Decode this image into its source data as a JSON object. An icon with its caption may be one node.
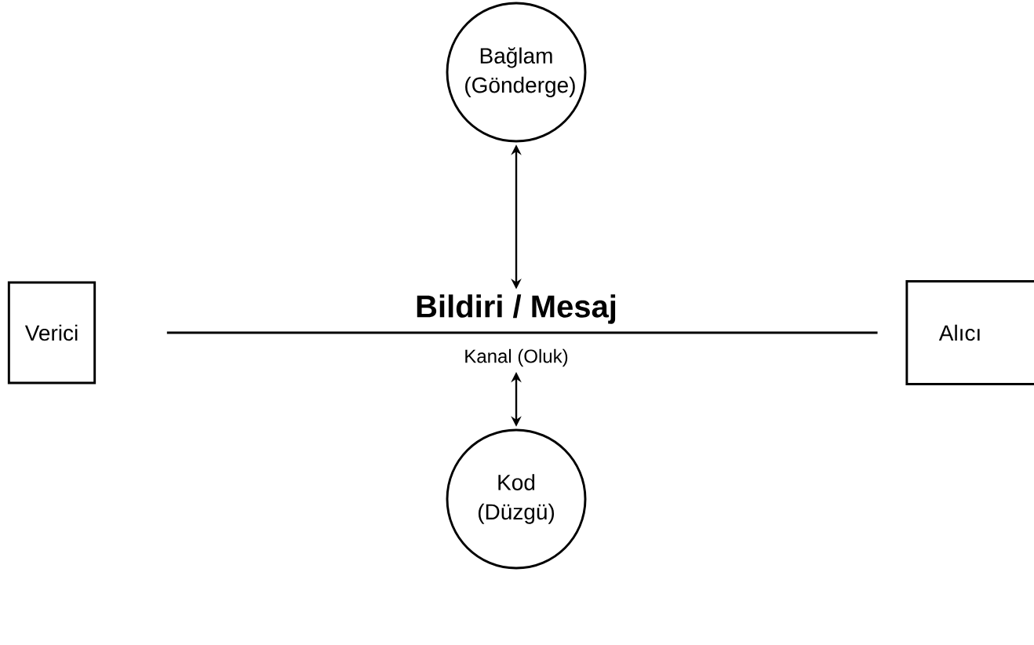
{
  "diagram": {
    "nodes": [
      {
        "text": [
          "Bağlam (Gönderge)"
        ]
      },
      {
        "text": [
          "Verici"
        ]
      },
      {
        "text": [
          "Bildiri / Mesaj"
        ]
      },
      {
        "text": [
          "Kanal (Oluk)"
        ]
      },
      {
        "text": [
          "Alıcı"
        ]
      },
      {
        "text": [
          "Kod (Düzgü)"
        ]
      }
    ],
    "edges": [
      {
        "from": 1,
        "to": 4,
        "arrow": "none"
      },
      {
        "from": 0,
        "to": 2,
        "arrow": "both"
      },
      {
        "from": 3,
        "to": 5,
        "arrow": "both"
      }
    ]
  }
}
